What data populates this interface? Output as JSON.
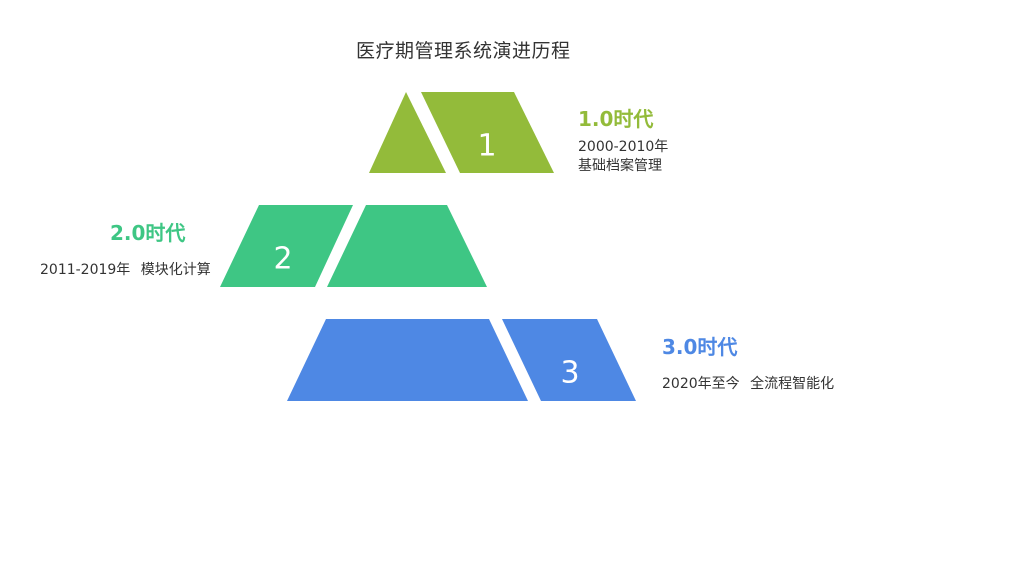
{
  "title": "医疗期管理系统演进历程",
  "colors": {
    "stage1": "#93bb3a",
    "stage2": "#3ec684",
    "stage3": "#4e88e4"
  },
  "stages": [
    {
      "number": "1",
      "era": "1.0时代",
      "desc_line1": "2000-2010年",
      "desc_line2": "基础档案管理"
    },
    {
      "number": "2",
      "era": "2.0时代",
      "desc_line1": "2011-2019年",
      "desc_line2": "模块化计算"
    },
    {
      "number": "3",
      "era": "3.0时代",
      "desc_line1": "2020年至今",
      "desc_line2": "全流程智能化"
    }
  ]
}
